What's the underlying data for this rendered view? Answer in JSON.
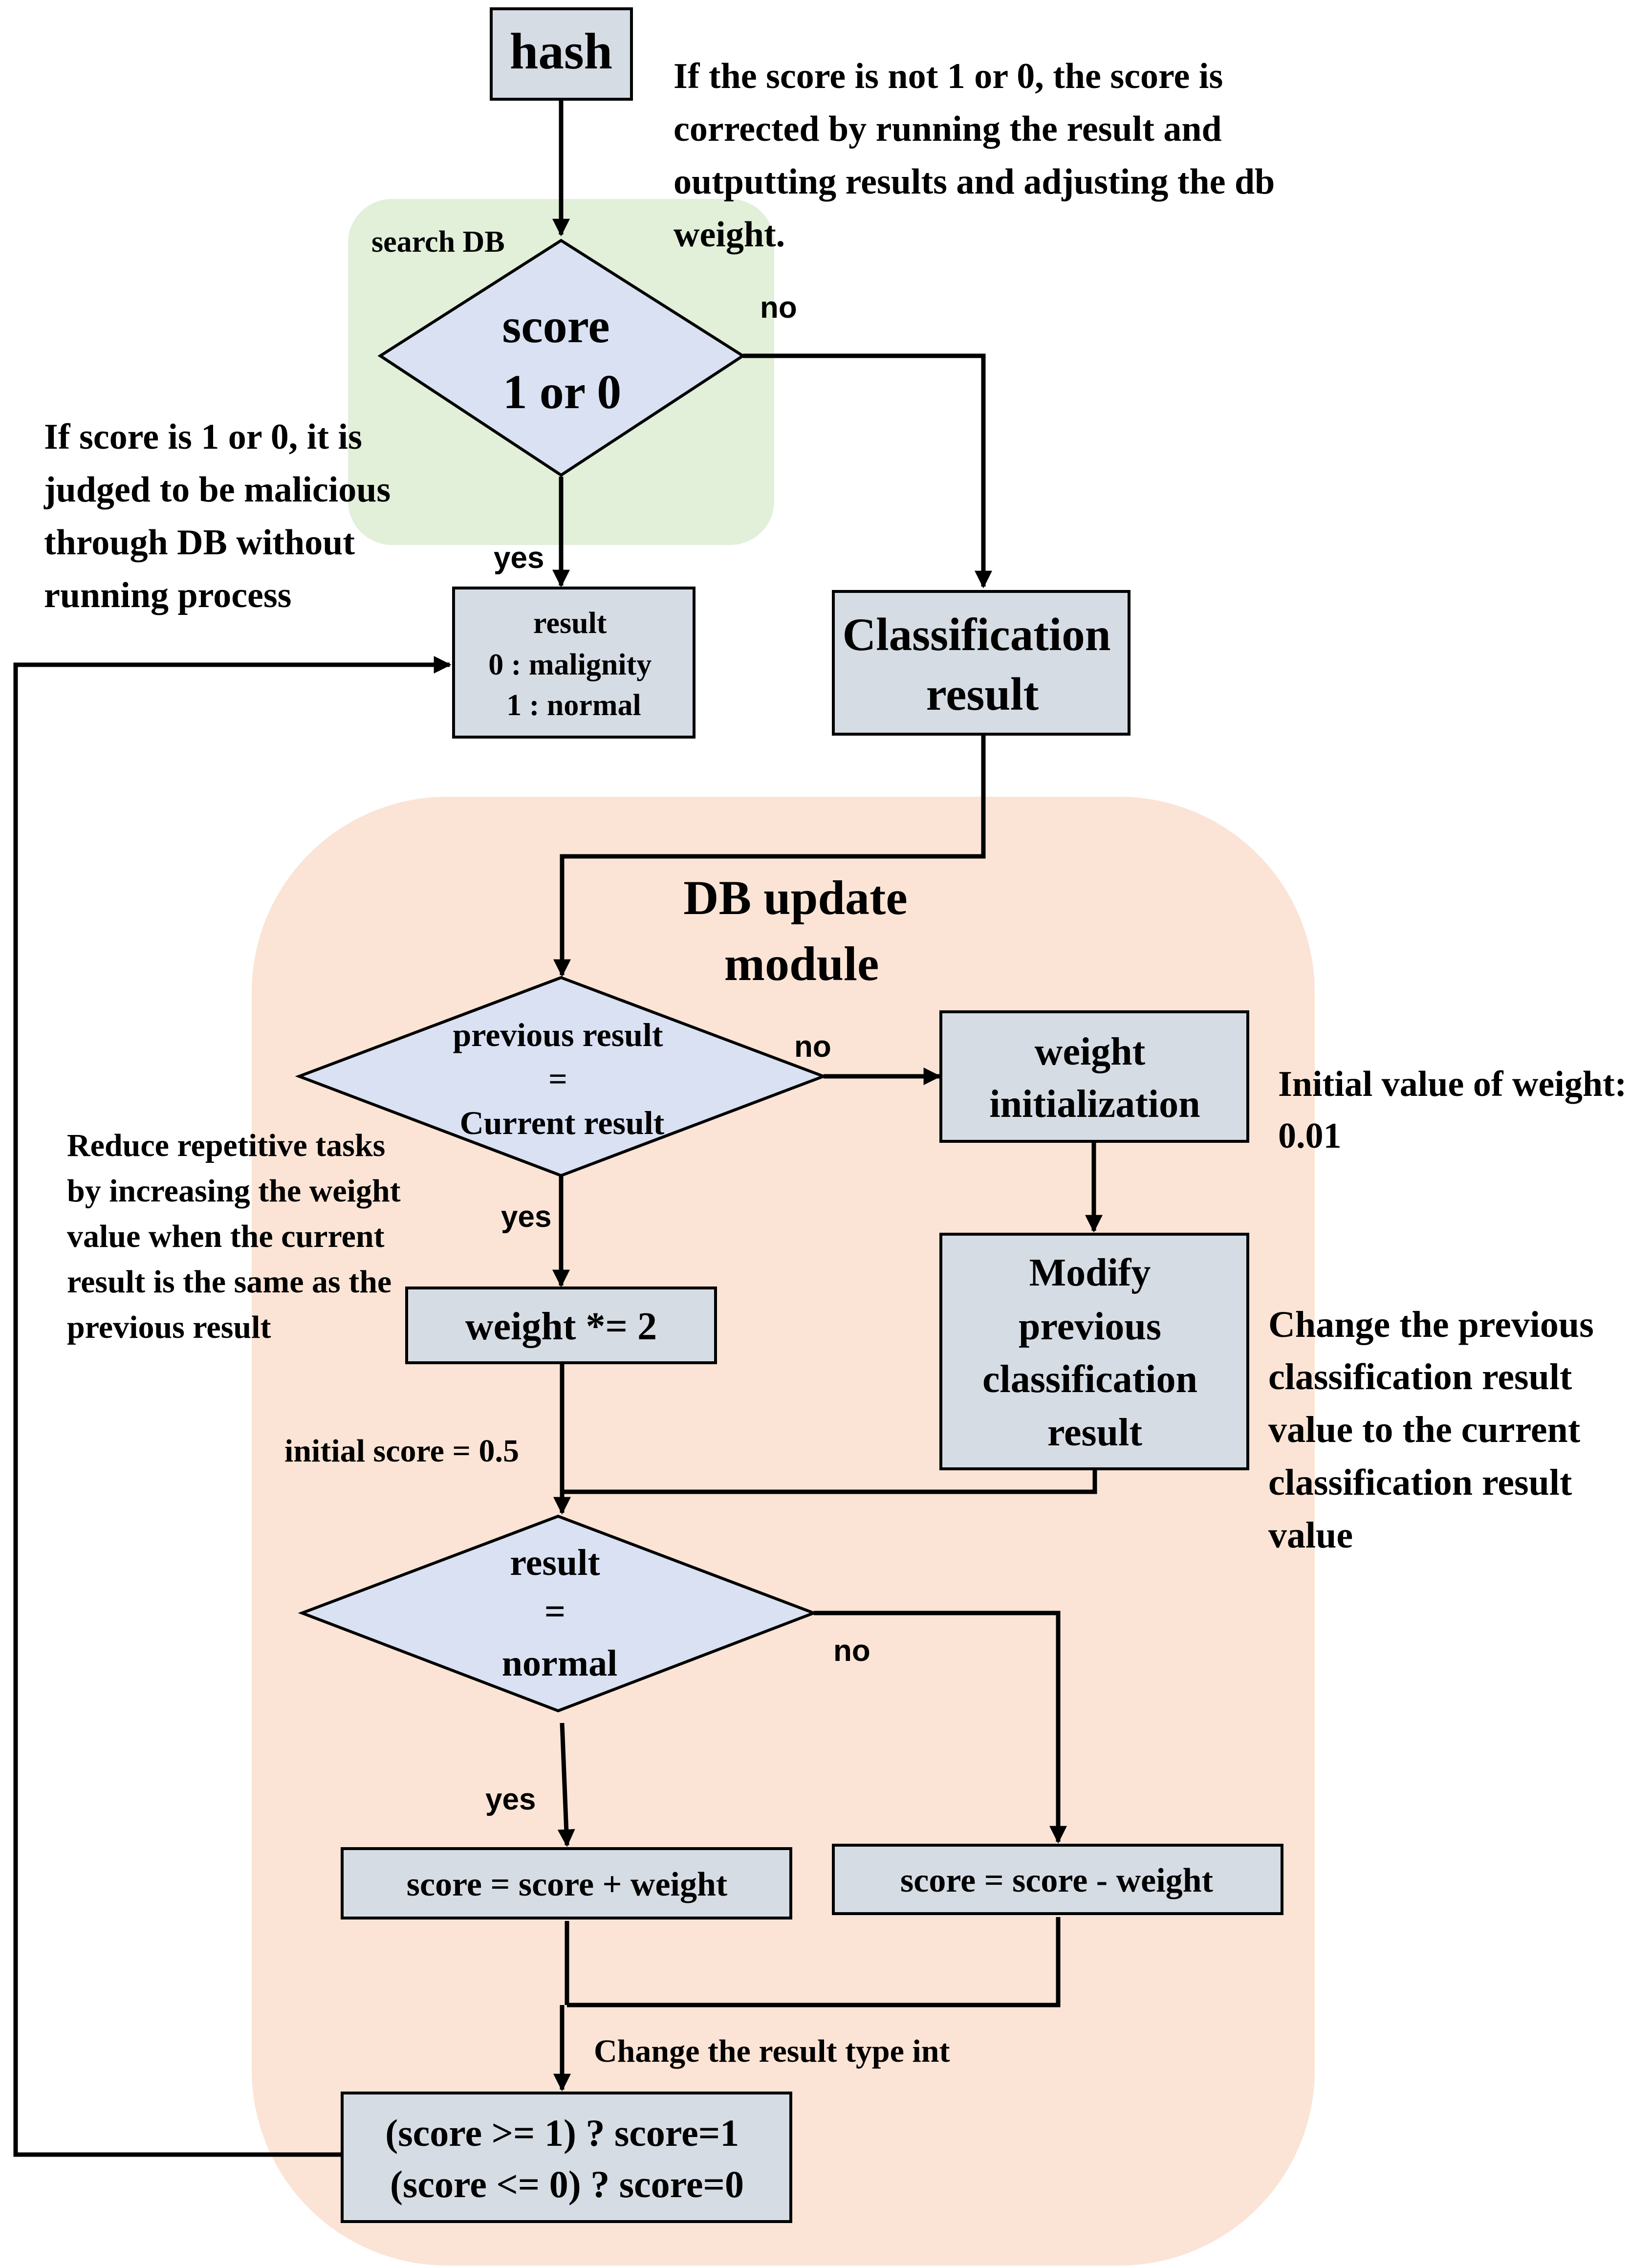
{
  "nodes": {
    "hash": "hash",
    "search_db_label": "search DB",
    "score_check": [
      "score",
      "1 or 0"
    ],
    "result_box": [
      "result",
      "0 : malignity",
      "1 : normal"
    ],
    "classification_result": [
      "Classification",
      "result"
    ],
    "db_update_module": [
      "DB update",
      "module"
    ],
    "previous_eq_current": [
      "previous result",
      "=",
      "Current result"
    ],
    "weight_initialization": [
      "weight",
      "initialization"
    ],
    "weight_double": "weight *= 2",
    "modify_previous": [
      "Modify",
      "previous",
      "classification",
      "result"
    ],
    "result_eq_normal": [
      "result",
      "=",
      "normal"
    ],
    "score_plus": "score = score + weight",
    "score_minus": "score = score - weight",
    "clamp": [
      "(score >= 1) ? score=1",
      "(score <= 0) ? score=0"
    ]
  },
  "edge_labels": {
    "no_score": "no",
    "yes_score": "yes",
    "no_prev": "no",
    "yes_prev": "yes",
    "no_normal": "no",
    "yes_normal": "yes",
    "initial_score": "initial score = 0.5",
    "change_type": "Change the result type int"
  },
  "annotations": {
    "not_one_or_zero": [
      "If the score is not 1 or 0, the score is",
      "corrected by running the result and",
      "outputting results and adjusting the db",
      "weight."
    ],
    "one_or_zero": [
      "If score is 1 or 0, it is",
      "judged to be malicious",
      "through DB without",
      "running process"
    ],
    "initial_weight": [
      "Initial value of weight:",
      "0.01"
    ],
    "reduce_repetitive": [
      "Reduce repetitive tasks",
      "by increasing the weight",
      "value when the current",
      "result is the same as the",
      "previous result"
    ],
    "change_previous": [
      "Change the previous",
      "classification result",
      "value to the current",
      "classification result",
      "value"
    ]
  },
  "colors": {
    "search_db_region": "#e2efd9",
    "db_update_region": "#fbe4d5",
    "box_fill": "#d6dce4",
    "diamond_fill": "#d9e1f2",
    "line": "#000000"
  }
}
